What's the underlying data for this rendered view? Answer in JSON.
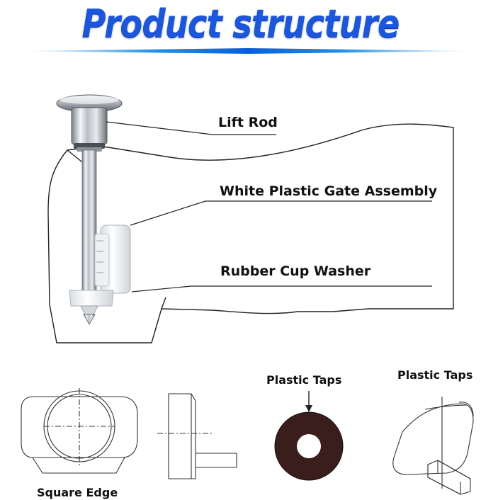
{
  "header": {
    "title": "Product structure"
  },
  "callouts": {
    "lift_rod": "Lift Rod",
    "gate_assembly": "White Plastic Gate Assembly",
    "rubber_washer": "Rubber Cup Washer"
  },
  "details": {
    "plastic_taps_1": "Plastic Taps",
    "plastic_taps_2": "Plastic Taps",
    "square_edge": "Square Edge"
  }
}
